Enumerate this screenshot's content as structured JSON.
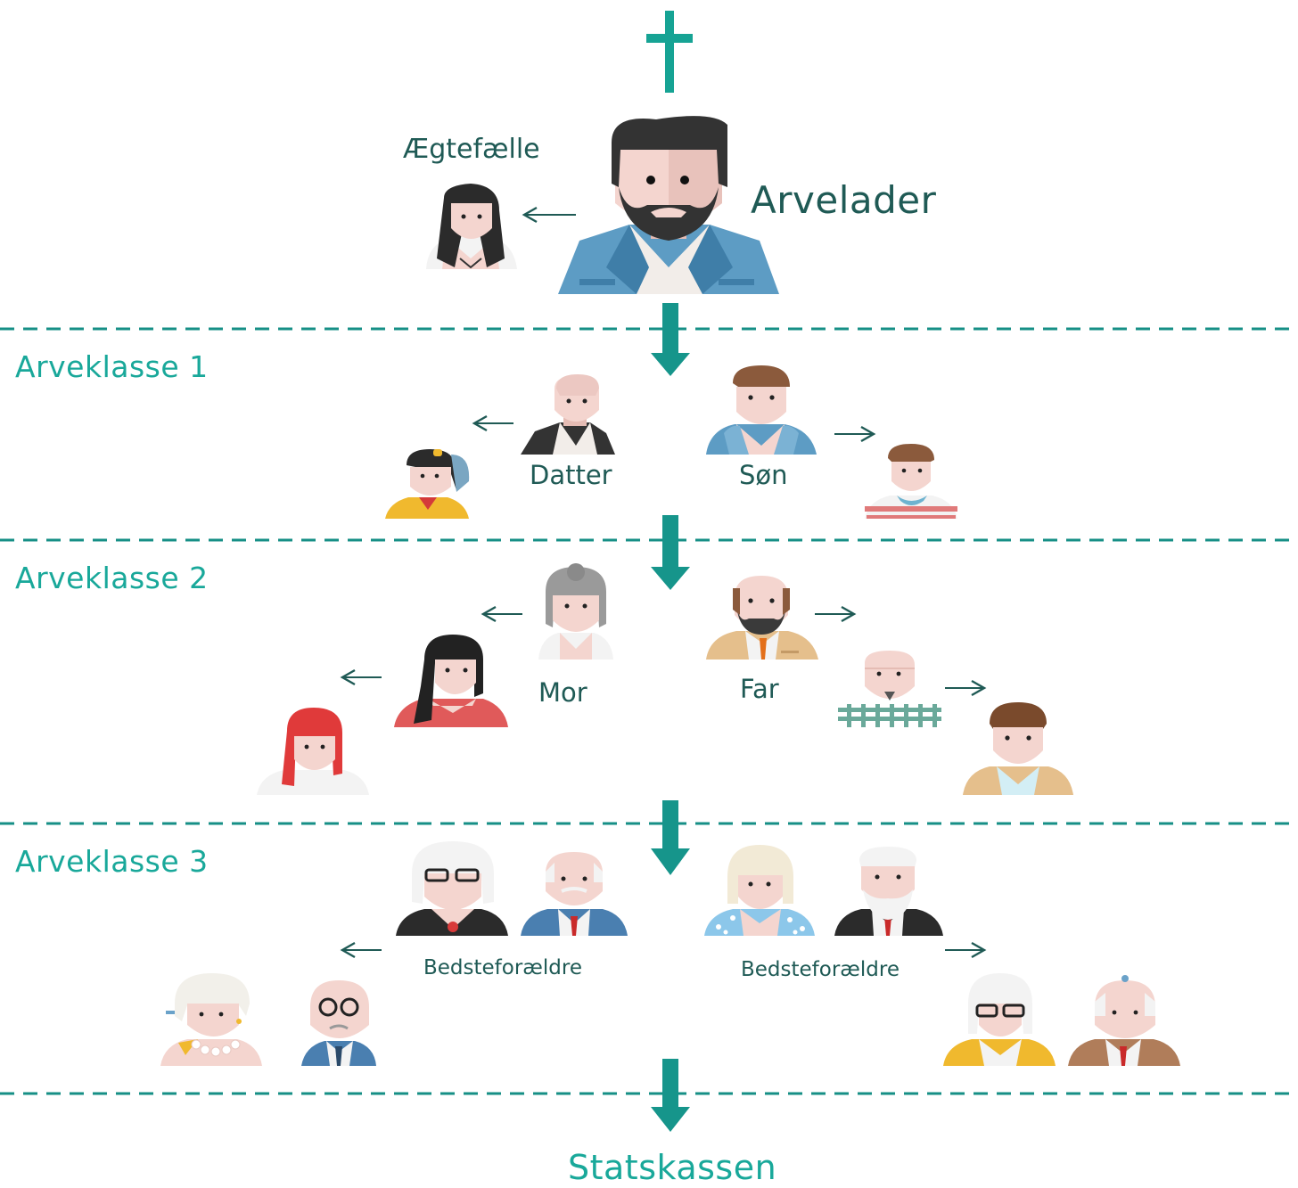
{
  "labels": {
    "spouse": "Ægtefælle",
    "deceased": "Arvelader",
    "class1": "Arveklasse 1",
    "class2": "Arveklasse 2",
    "class3": "Arveklasse 3",
    "daughter": "Datter",
    "son": "Søn",
    "mother": "Mor",
    "father": "Far",
    "grandparents_left": "Bedsteforældre",
    "grandparents_right": "Bedsteforældre",
    "state": "Statskassen"
  },
  "colors": {
    "accent": "#19a89a",
    "dark": "#1f5a55",
    "cross": "#16a394",
    "divider": "#168f86"
  },
  "icons": [
    "cross-icon",
    "down-arrow-icon",
    "left-arrow-icon",
    "right-arrow-icon",
    "person-avatar-icon"
  ]
}
